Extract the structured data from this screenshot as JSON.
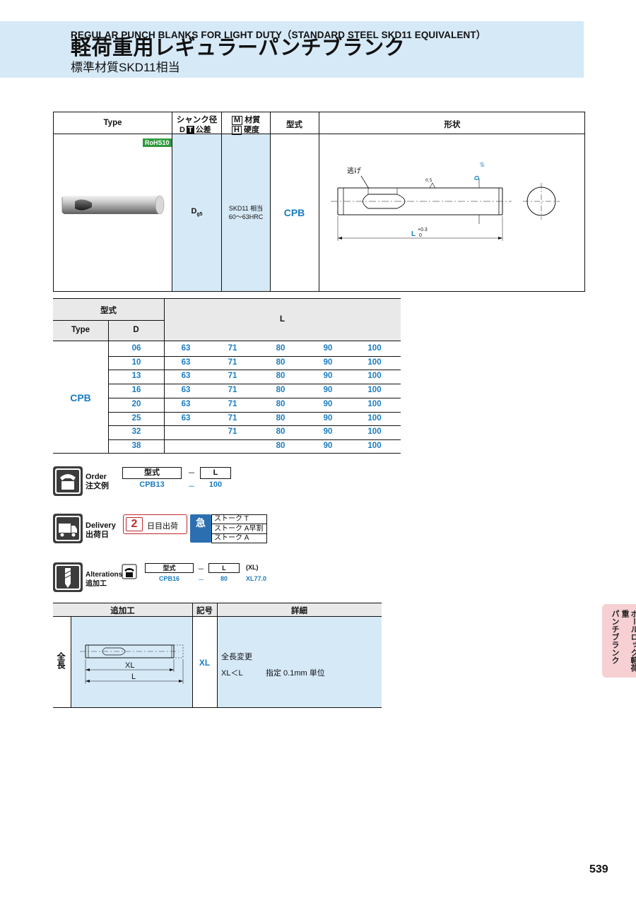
{
  "header": {
    "title_en": "REGULAR PUNCH BLANKS FOR LIGHT DUTY（STANDARD STEEL SKD11 EQUIVALENT）",
    "title_jp": "軽荷重用レギュラーパンチブランク",
    "subtitle": "標準材質SKD11相当"
  },
  "spec_table": {
    "headers": {
      "type": "Type",
      "shank": "シャンク径",
      "shank_d": "D",
      "shank_t": "T",
      "tolerance": "公差",
      "material_m": "M",
      "material": "材質",
      "hardness_h": "H",
      "hardness": "硬度",
      "model": "型式",
      "shape": "形状"
    },
    "rohs": "RoHS10",
    "shank_value": "D",
    "shank_sub": "g5",
    "material_value": "SKD11 相当",
    "hardness_value": "60～63HRC",
    "model_value": "CPB",
    "drawing": {
      "relief": "逃げ",
      "roughness": "0.5",
      "dia": "D",
      "dia_sub": "g5",
      "length": "L",
      "tol_upper": "+0.3",
      "tol_lower": "0"
    }
  },
  "size_table": {
    "header_model": "型式",
    "header_type": "Type",
    "header_d": "D",
    "header_l": "L",
    "type_value": "CPB",
    "rows": [
      {
        "d": "06",
        "l": [
          "63",
          "71",
          "80",
          "90",
          "100"
        ]
      },
      {
        "d": "10",
        "l": [
          "63",
          "71",
          "80",
          "90",
          "100"
        ]
      },
      {
        "d": "13",
        "l": [
          "63",
          "71",
          "80",
          "90",
          "100"
        ]
      },
      {
        "d": "16",
        "l": [
          "63",
          "71",
          "80",
          "90",
          "100"
        ]
      },
      {
        "d": "20",
        "l": [
          "63",
          "71",
          "80",
          "90",
          "100"
        ]
      },
      {
        "d": "25",
        "l": [
          "63",
          "71",
          "80",
          "90",
          "100"
        ]
      },
      {
        "d": "32",
        "l": [
          "",
          "71",
          "80",
          "90",
          "100"
        ]
      },
      {
        "d": "38",
        "l": [
          "",
          "",
          "80",
          "90",
          "100"
        ]
      }
    ]
  },
  "order": {
    "label_en": "Order",
    "label_jp": "注文例",
    "col1": "型式",
    "dash": "－",
    "col2": "L",
    "ex1": "CPB13",
    "ex_dash": "－",
    "ex2": "100"
  },
  "delivery": {
    "label_en": "Delivery",
    "label_jp": "出荷日",
    "days": "2",
    "days_label": "日目出荷",
    "express_char": "急",
    "options": [
      "ストーク T",
      "ストーク A早割",
      "ストーク A"
    ]
  },
  "alterations": {
    "label_en": "Alterations",
    "label_jp": "追加工",
    "col1": "型式",
    "dash": "－",
    "col2": "L",
    "col3": "(XL)",
    "ex1": "CPB16",
    "ex_dash": "－",
    "ex2": "80",
    "ex3": "XL77.0"
  },
  "alt_table": {
    "h_process": "追加工",
    "h_code": "記号",
    "h_detail": "詳細",
    "row_label": "全長",
    "code": "XL",
    "detail_line1": "全長変更",
    "detail_line2a": "XL＜L",
    "detail_line2b": "指定 0.1mm 単位",
    "dim_xl": "XL",
    "dim_l": "L"
  },
  "side_tab": {
    "line1": "ボールロック軽荷重",
    "line2": "パンチブランク"
  },
  "page_number": "539"
}
